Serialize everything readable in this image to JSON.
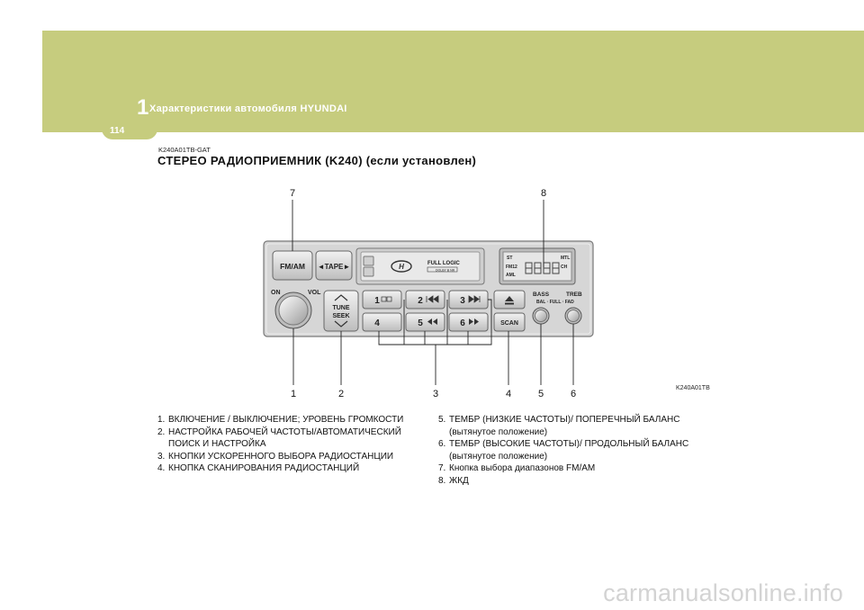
{
  "header": {
    "chapter_number": "1",
    "chapter_title": "Характеристики  автомобиля  HYUNDAI",
    "page_number": "114"
  },
  "section": {
    "code": "K240A01TB-GAT",
    "title": "СТЕРЕО  РАДИОПРИЕМНИК  (K240)  (если  установлен)"
  },
  "figure": {
    "code": "K240A01TB",
    "callouts": {
      "c1": "1",
      "c2": "2",
      "c3": "3",
      "c4": "4",
      "c5": "5",
      "c6": "6",
      "c7": "7",
      "c8": "8"
    },
    "radio": {
      "fm_am": "FM/AM",
      "tape": "◄TAPE►",
      "full_logic": "FULL LOGIC",
      "dolby": "DOLBY B NR",
      "on": "ON",
      "vol": "VOL",
      "tune": "TUNE",
      "seek": "SEEK",
      "preset1": "1",
      "preset2": "2",
      "preset3": "3",
      "preset4": "4",
      "preset5": "5",
      "preset6": "6",
      "scan": "SCAN",
      "bass": "BASS",
      "treb": "TREB",
      "bal_full_fad": "BAL · FULL · FAD",
      "lcd_st": "ST",
      "lcd_mtl": "MTL",
      "lcd_fm12": "FM12",
      "lcd_aml": "AML",
      "lcd_ch": "CH"
    }
  },
  "legend_left": [
    {
      "n": "1.",
      "t": "ВКЛЮЧЕНИЕ / ВЫКЛЮЧЕНИЕ; УРОВЕНЬ ГРОМКОСТИ"
    },
    {
      "n": "2.",
      "t": "НАСТРОЙКА РАБОЧЕЙ ЧАСТОТЫ/АВТОМАТИЧЕСКИЙ ПОИСК И НАСТРОЙКА"
    },
    {
      "n": "3.",
      "t": "КНОПКИ УСКОРЕННОГО ВЫБОРА РАДИОСТАНЦИИ"
    },
    {
      "n": "4.",
      "t": "КНОПКА СКАНИРОВАНИЯ РАДИОСТАНЦИЙ"
    }
  ],
  "legend_right": [
    {
      "n": "5.",
      "t": "ТЕМБР (НИЗКИЕ ЧАСТОТЫ)/ ПОПЕРЕЧНЫЙ БАЛАНС (вытянутое  положение)"
    },
    {
      "n": "6.",
      "t": "ТЕМБР (ВЫСОКИЕ ЧАСТОТЫ)/ ПРОДОЛЬНЫЙ БАЛАНС (вытянутое  положение)"
    },
    {
      "n": "7.",
      "t": "Кнопка выбора диапазонов FM/AM"
    },
    {
      "n": "8.",
      "t": "ЖКД"
    }
  ],
  "watermark": "carmanualsonline.info",
  "colors": {
    "header_band": "#c6cc7e",
    "watermark": "#d3d3d3"
  }
}
